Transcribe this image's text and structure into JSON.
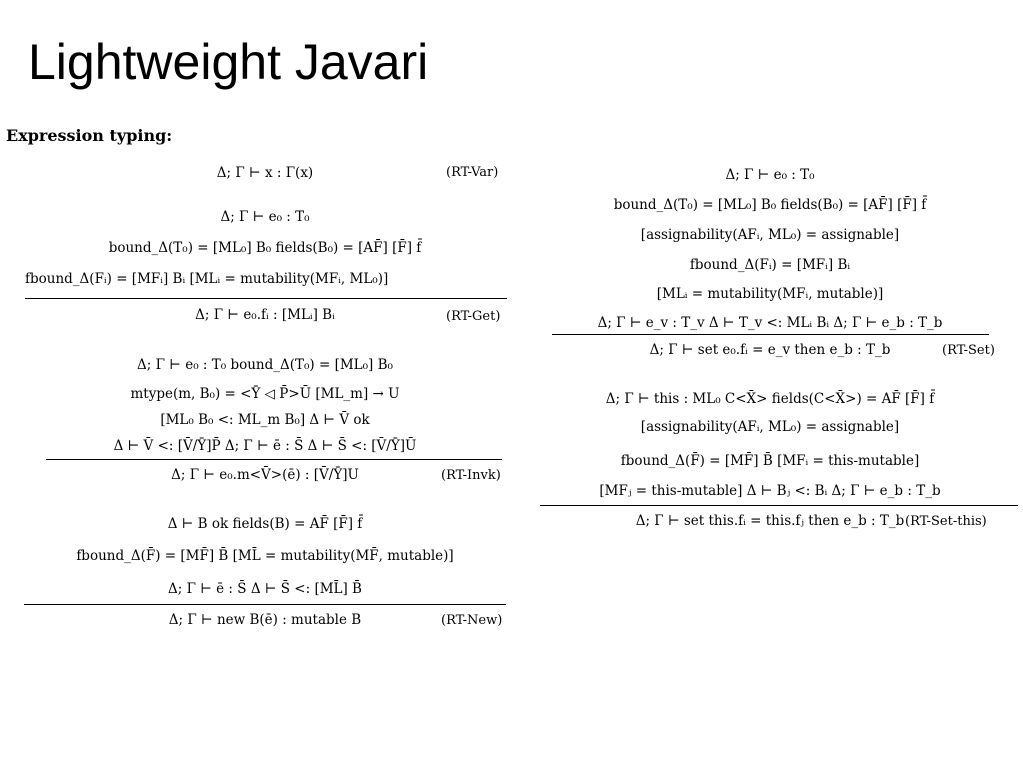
{
  "slide": {
    "title": "Lightweight Javari",
    "heading": "Expression typing:"
  },
  "rules": {
    "var": {
      "conclusion": "Δ; Γ ⊢ x : Γ(x)",
      "tag": "(RT-Var)"
    },
    "get": {
      "p1": "Δ; Γ ⊢ e₀ : T₀",
      "p2": "bound_Δ(T₀) = [ML₀] B₀     fields(B₀) = [AF̄] [F̄] f̄",
      "p3": "fbound_Δ(Fᵢ) = [MFᵢ] Bᵢ     [MLᵢ = mutability(MFᵢ, ML₀)]",
      "conclusion": "Δ; Γ ⊢ e₀.fᵢ : [MLᵢ] Bᵢ",
      "tag": "(RT-Get)"
    },
    "set": {
      "p1": "Δ; Γ ⊢ e₀ : T₀",
      "p2": "bound_Δ(T₀) = [ML₀] B₀     fields(B₀) = [AF̄] [F̄] f̄",
      "p3": "[assignability(AFᵢ, ML₀) = assignable]",
      "p4": "fbound_Δ(Fᵢ) = [MFᵢ] Bᵢ",
      "p5": "[MLᵢ = mutability(MFᵢ, mutable)]",
      "p6": "Δ; Γ ⊢ e_v : T_v      Δ ⊢ T_v <: MLᵢ Bᵢ      Δ; Γ ⊢ e_b : T_b",
      "conclusion": "Δ; Γ ⊢ set e₀.fᵢ = e_v then e_b : T_b",
      "tag": "(RT-Set)"
    },
    "invk": {
      "p1": "Δ; Γ ⊢ e₀ : T₀        bound_Δ(T₀) = [ML₀] B₀",
      "p2": "mtype(m, B₀) = <Ȳ ◁ P̄>Ū [ML_m] → U",
      "p3": "[ML₀ B₀ <: ML_m B₀]      Δ ⊢ V̄ ok",
      "p4": "Δ ⊢ V̄ <: [V̄/Ȳ]P̄      Δ; Γ ⊢ ē : S̄      Δ ⊢ S̄ <: [V̄/Ȳ]Ū",
      "conclusion": "Δ; Γ ⊢ e₀.m<V̄>(ē) : [V̄/Ȳ]U",
      "tag": "(RT-Invk)"
    },
    "set_this": {
      "p1": "Δ; Γ ⊢ this : ML₀ C<X̄>       fields(C<X̄>) = AF̄ [F̄] f̄",
      "p2": "[assignability(AFᵢ, ML₀) = assignable]",
      "p3": "fbound_Δ(F̄) = [MF̄] B̄      [MFᵢ = this-mutable]",
      "p4": "[MFⱼ = this-mutable]      Δ ⊢ Bⱼ <: Bᵢ      Δ; Γ ⊢ e_b : T_b",
      "conclusion": "Δ; Γ ⊢ set this.fᵢ = this.fⱼ then e_b : T_b",
      "tag": "(RT-Set-this)"
    },
    "new": {
      "p1": "Δ ⊢ B ok        fields(B) = AF̄ [F̄] f̄",
      "p2": "fbound_Δ(F̄) = [MF̄] B̄      [ML̄ = mutability(MF̄, mutable)]",
      "p3": "Δ; Γ ⊢ ē : S̄        Δ ⊢ S̄ <: [ML̄] B̄",
      "conclusion": "Δ; Γ ⊢ new B(ē) : mutable B",
      "tag": "(RT-New)"
    }
  }
}
